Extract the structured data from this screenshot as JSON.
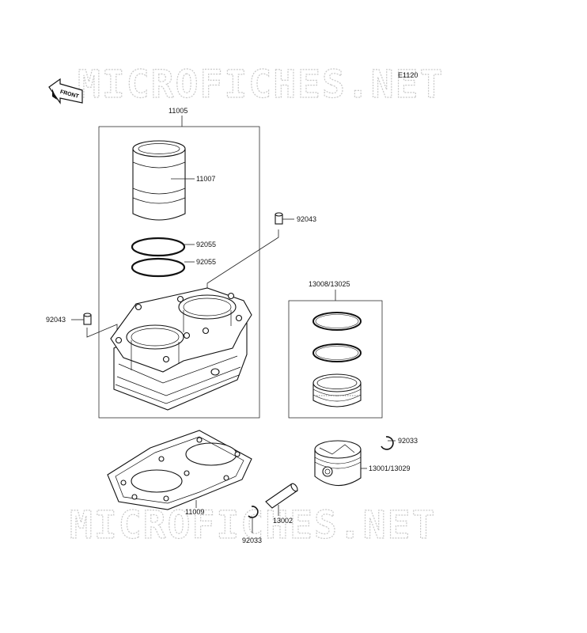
{
  "watermark": {
    "text": "MICROFICHES.NET"
  },
  "diagram_code": "E1120",
  "front_arrow": {
    "label": "FRONT"
  },
  "parts": {
    "cylinder_assembly": "11005",
    "cylinder_liner": "11007",
    "dowel_pin_top": "92043",
    "ring_upper": "92055",
    "ring_lower": "92055",
    "dowel_pin_left": "92043",
    "piston_ring_set": "13008/13025",
    "clip_right": "92033",
    "piston": "13001/13029",
    "head_gasket": "11009",
    "piston_pin": "13002",
    "clip_bottom": "92033"
  }
}
